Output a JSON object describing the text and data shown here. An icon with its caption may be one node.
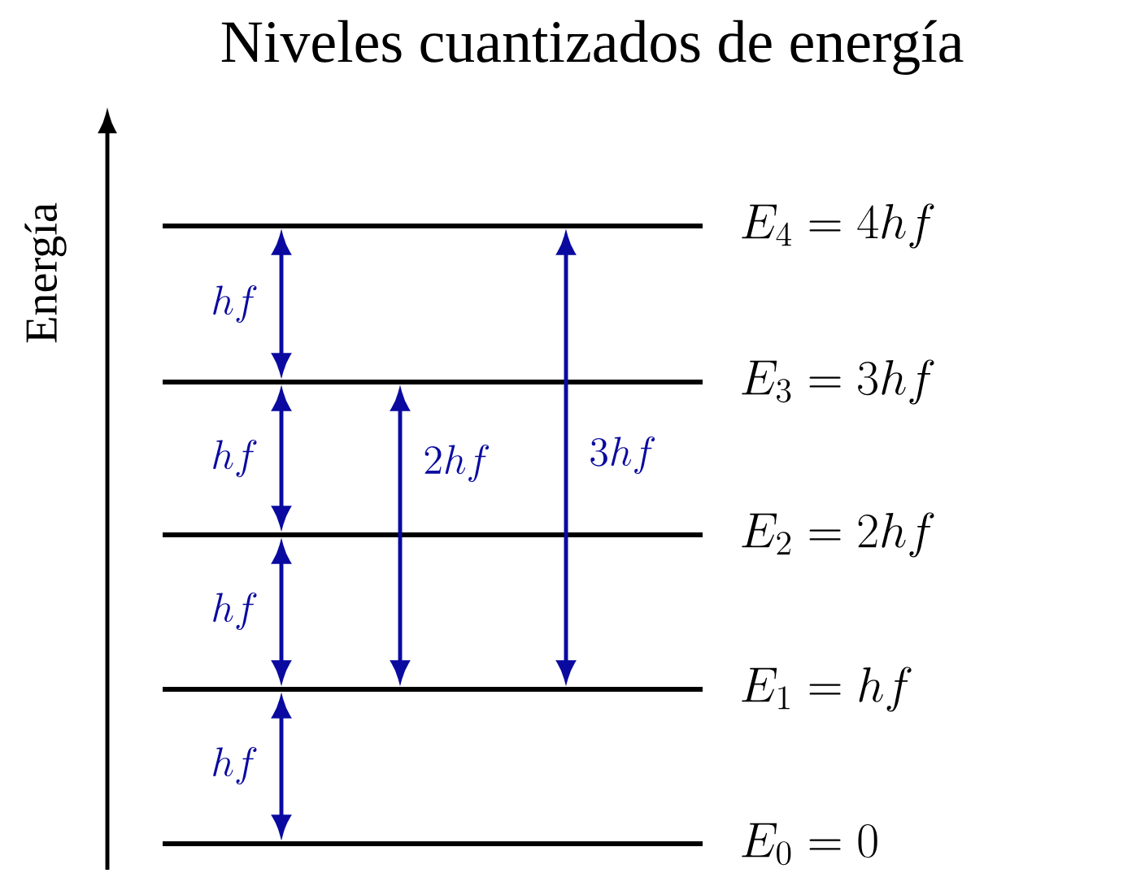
{
  "diagram": {
    "title": "Niveles cuantizados de energía",
    "nodes": [
      {
        "text": [],
        "shape": "bar",
        "beside": [
          "E_4 = 4hf"
        ]
      },
      {
        "text": [],
        "shape": "bar",
        "beside": [
          "E_3 = 3hf"
        ]
      },
      {
        "text": [],
        "shape": "bar",
        "beside": [
          "E_2 = 2hf"
        ]
      },
      {
        "text": [],
        "shape": "bar",
        "beside": [
          "E_1 = hf"
        ]
      },
      {
        "text": [],
        "shape": "bar",
        "beside": [
          "E_0 = 0"
        ]
      }
    ],
    "edges": [
      {
        "from": 1,
        "to": 0,
        "arrow": "both",
        "label": "hf"
      },
      {
        "from": 2,
        "to": 1,
        "arrow": "both",
        "label": "hf"
      },
      {
        "from": 3,
        "to": 2,
        "arrow": "both",
        "label": "hf"
      },
      {
        "from": 4,
        "to": 3,
        "arrow": "both",
        "label": "hf"
      },
      {
        "from": 3,
        "to": 1,
        "arrow": "both",
        "label": "2hf"
      },
      {
        "from": 3,
        "to": 0,
        "arrow": "both",
        "label": "3hf"
      }
    ],
    "labels": [
      "Energía"
    ]
  }
}
